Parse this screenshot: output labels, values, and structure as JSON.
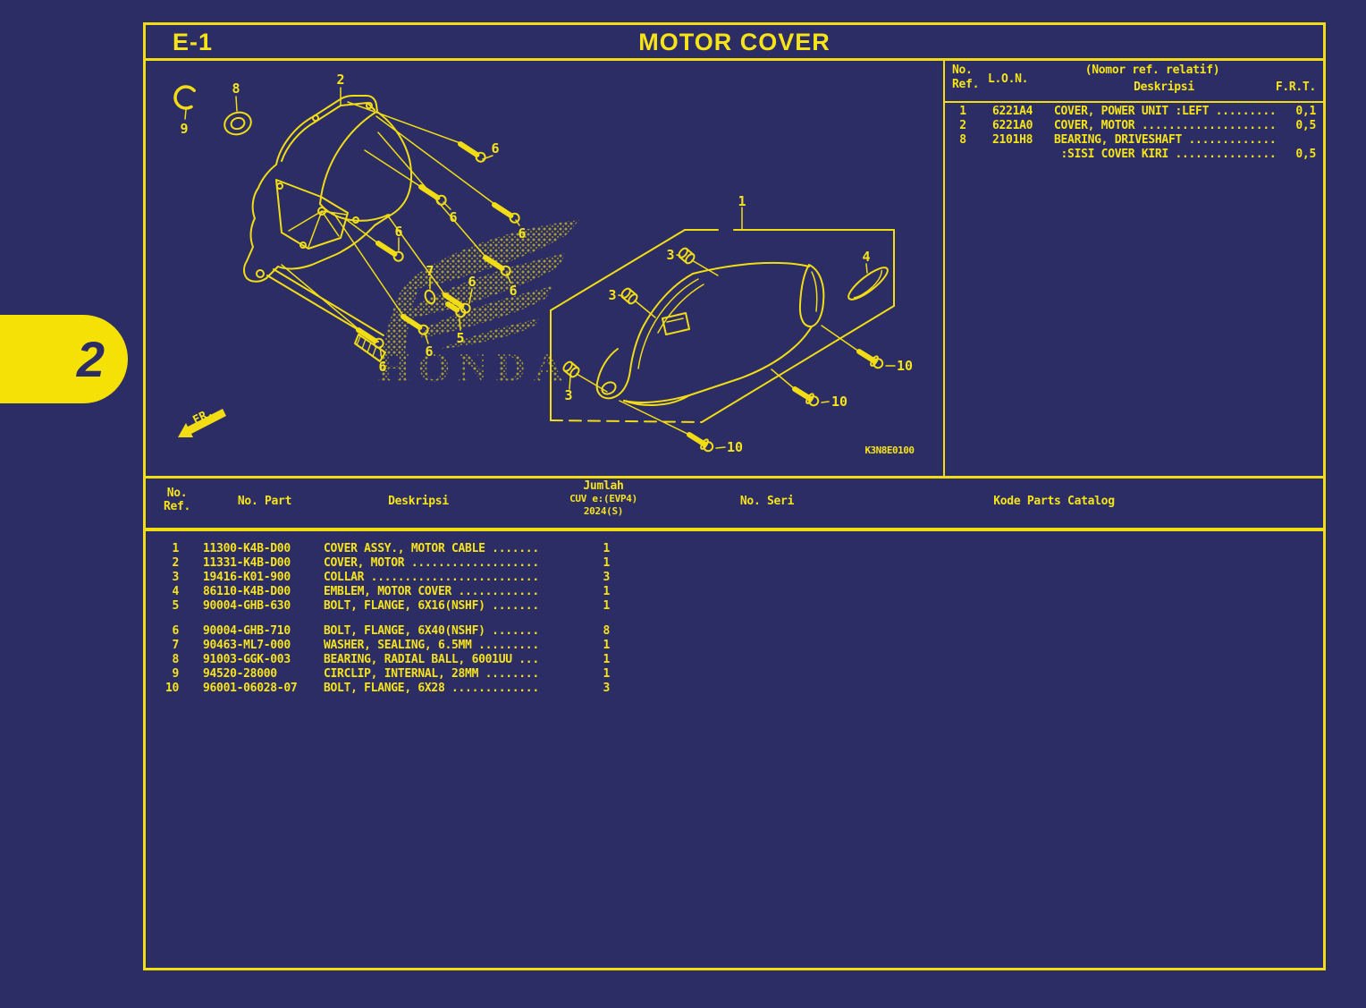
{
  "page_tab": {
    "label": "2"
  },
  "header": {
    "section": "E-1",
    "title": "MOTOR COVER"
  },
  "ref_table": {
    "headers": {
      "no_ref": "No.\nRef.",
      "lon": "L.O.N.",
      "relatif": "(Nomor ref. relatif)",
      "deskripsi": "Deskripsi",
      "frt": "F.R.T."
    },
    "rows": [
      {
        "ref": "1",
        "lon": "6221A4",
        "desc": "COVER, POWER UNIT :LEFT .........",
        "frt": "0,1"
      },
      {
        "ref": "2",
        "lon": "6221A0",
        "desc": "COVER, MOTOR ....................",
        "frt": "0,5"
      },
      {
        "ref": "8",
        "lon": "2101H8",
        "desc": "BEARING, DRIVESHAFT .............",
        "frt": ""
      },
      {
        "ref": "",
        "lon": "",
        "desc": " :SISI COVER KIRI ...............",
        "frt": "0,5"
      }
    ]
  },
  "diagram": {
    "code": "K3N8E0100",
    "fr_label": "FR.",
    "watermark": "HONDA",
    "labels": {
      "c1": "1",
      "c2": "2",
      "c3": "3",
      "c4": "4",
      "c5": "5",
      "c6": "6",
      "c7": "7",
      "c8": "8",
      "c9": "9",
      "c10": "10"
    }
  },
  "parts_table": {
    "headers": {
      "no_ref": "No.\nRef.",
      "no_part": "No. Part",
      "deskripsi": "Deskripsi",
      "jumlah_line1": "Jumlah",
      "jumlah_line2": "CUV e:(EVP4)",
      "jumlah_line3": "2024(S)",
      "no_seri": "No. Seri",
      "kode": "Kode Parts Catalog"
    },
    "rows": [
      {
        "ref": "1",
        "part": "11300-K4B-D00",
        "desc": "COVER ASSY., MOTOR CABLE .......",
        "qty": "1"
      },
      {
        "ref": "2",
        "part": "11331-K4B-D00",
        "desc": "COVER, MOTOR ...................",
        "qty": "1"
      },
      {
        "ref": "3",
        "part": "19416-K01-900",
        "desc": "COLLAR .........................",
        "qty": "3"
      },
      {
        "ref": "4",
        "part": "86110-K4B-D00",
        "desc": "EMBLEM, MOTOR COVER ............",
        "qty": "1"
      },
      {
        "ref": "5",
        "part": "90004-GHB-630",
        "desc": "BOLT, FLANGE, 6X16(NSHF) .......",
        "qty": "1"
      },
      {
        "ref": "6",
        "part": "90004-GHB-710",
        "desc": "BOLT, FLANGE, 6X40(NSHF) .......",
        "qty": "8"
      },
      {
        "ref": "7",
        "part": "90463-ML7-000",
        "desc": "WASHER, SEALING, 6.5MM .........",
        "qty": "1"
      },
      {
        "ref": "8",
        "part": "91003-GGK-003",
        "desc": "BEARING, RADIAL BALL, 6001UU ...",
        "qty": "1"
      },
      {
        "ref": "9",
        "part": "94520-28000",
        "desc": "CIRCLIP, INTERNAL, 28MM ........",
        "qty": "1"
      },
      {
        "ref": "10",
        "part": "96001-06028-07",
        "desc": "BOLT, FLANGE, 6X28 .............",
        "qty": "3"
      }
    ]
  },
  "colors": {
    "background": "#2b2d64",
    "accent": "#f2dd14",
    "tab": "#f5e105",
    "watermark": "#a69c33"
  }
}
